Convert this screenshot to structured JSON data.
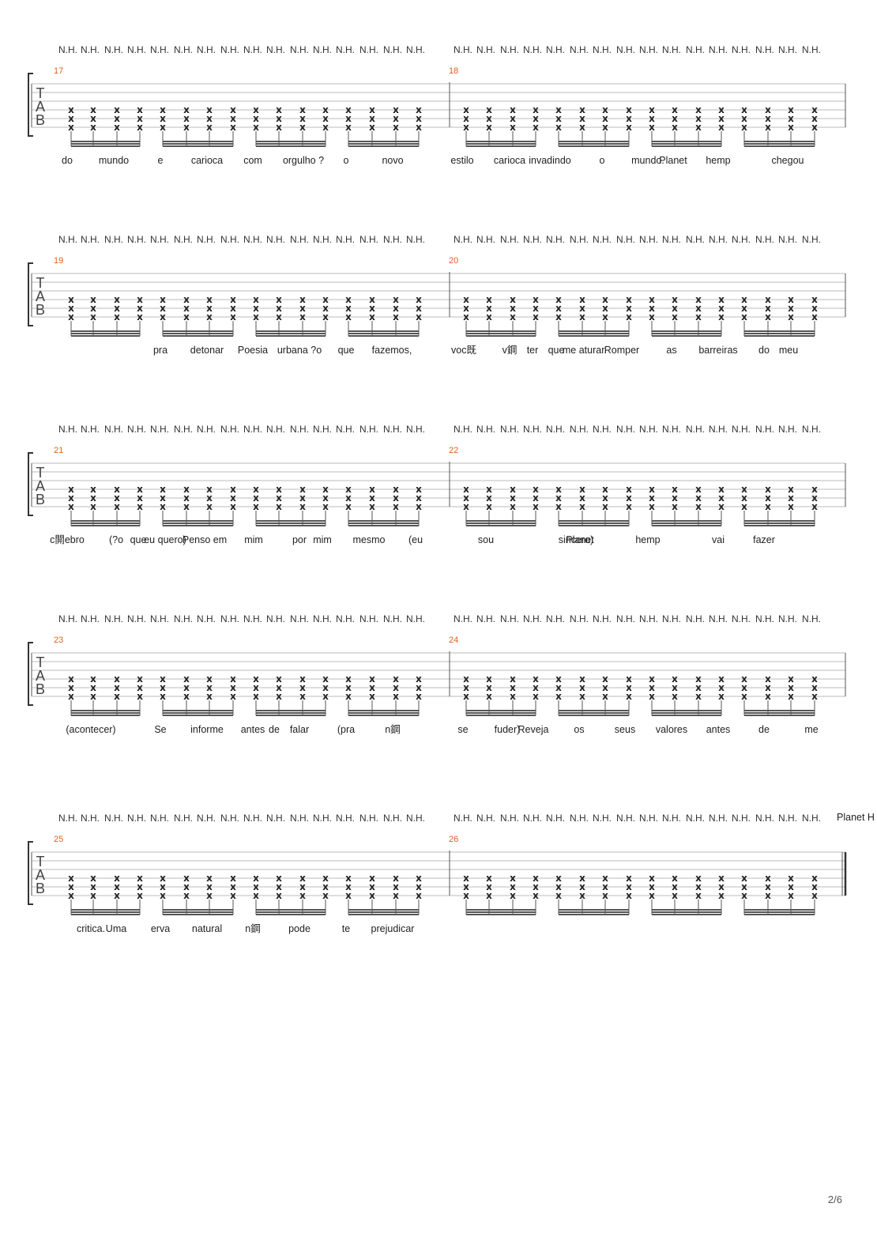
{
  "page": {
    "number": "2/6"
  },
  "tab_clef": [
    "T",
    "A",
    "B"
  ],
  "note_symbol": "x",
  "harmonic_label": "N.H.",
  "end_label": "Planet  H",
  "systems": [
    {
      "measures": [
        "17",
        "18"
      ],
      "lyrics": [
        [
          "do",
          "mundo",
          "e",
          "carioca",
          "com",
          "orgulho ?",
          "o",
          "novo"
        ],
        [
          "estilo",
          "carioca",
          "invadindo",
          "o",
          "mundo.",
          "Planet",
          "hemp",
          "chegou"
        ]
      ]
    },
    {
      "measures": [
        "19",
        "20"
      ],
      "lyrics": [
        [
          "pra",
          "detonar",
          "Poesia",
          "urbana ?o",
          "que",
          "fazemos,"
        ],
        [
          "voc既",
          "v鋼",
          "ter",
          "que",
          "me aturar.",
          "Romper",
          "as",
          "barreiras",
          "do",
          "meu"
        ]
      ]
    },
    {
      "measures": [
        "21",
        "22"
      ],
      "lyrics": [
        [
          "c閞ebro",
          "(?o",
          "que",
          "eu quero)",
          "Penso em",
          "mim",
          "por",
          "mim",
          "mesmo",
          "(eu"
        ],
        [
          "sou",
          "sincero)",
          "Planet",
          "hemp",
          "vai",
          "fazer"
        ]
      ]
    },
    {
      "measures": [
        "23",
        "24"
      ],
      "lyrics": [
        [
          "(acontecer)",
          "Se",
          "informe",
          "antes",
          "de",
          "falar",
          "(pra",
          "n鋼"
        ],
        [
          "se",
          "fuder)",
          "Reveja",
          "os",
          "seus",
          "valores",
          "antes",
          "de",
          "me"
        ]
      ]
    },
    {
      "measures": [
        "25",
        "26"
      ],
      "lyrics": [
        [
          "critica.",
          "Uma",
          "erva",
          "natural",
          "n鋼",
          "pode",
          "te",
          "prejudicar"
        ],
        []
      ]
    }
  ]
}
